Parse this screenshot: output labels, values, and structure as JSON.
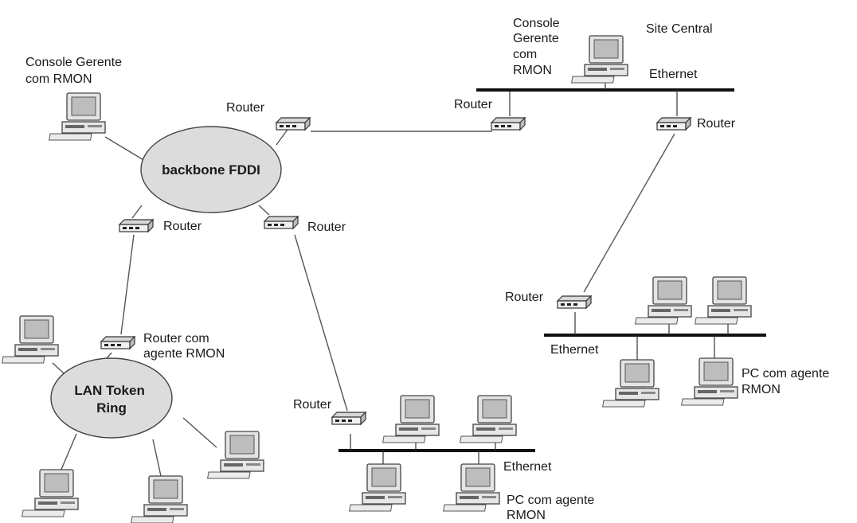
{
  "labels": {
    "console_left": [
      "Console Gerente",
      "com RMON"
    ],
    "console_central": [
      "Console",
      "Gerente",
      "com",
      "RMON"
    ],
    "site_central": "Site Central",
    "ethernet": "Ethernet",
    "router": "Router",
    "router_agent": [
      "Router com",
      "agente RMON"
    ],
    "backbone": "backbone FDDI",
    "token_ring": [
      "LAN Token",
      "Ring"
    ],
    "pc_agent": [
      "PC com agente",
      "RMON"
    ]
  },
  "icons": {
    "pc": "pc-icon",
    "router": "router-icon"
  }
}
